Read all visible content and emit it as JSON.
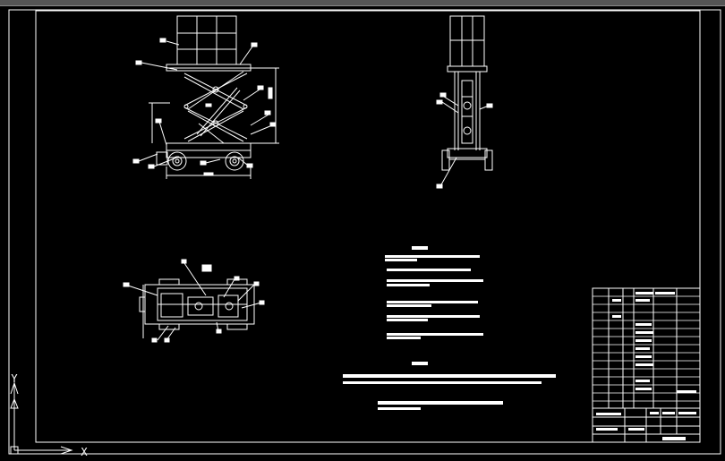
{
  "app": {
    "type": "cad-model-space",
    "background": "#000000",
    "line_color": "#ffffff",
    "chrome_color": "#555555"
  },
  "ucs_icon": {
    "x_label": "X",
    "y_label": "Y"
  },
  "views": [
    {
      "name": "front-elevation"
    },
    {
      "name": "side-elevation"
    },
    {
      "name": "top-plan"
    }
  ],
  "notes": {
    "technical_requirements_heading": "",
    "technical_requirements_lines": 6
  },
  "title_block": {
    "rows": 15
  }
}
